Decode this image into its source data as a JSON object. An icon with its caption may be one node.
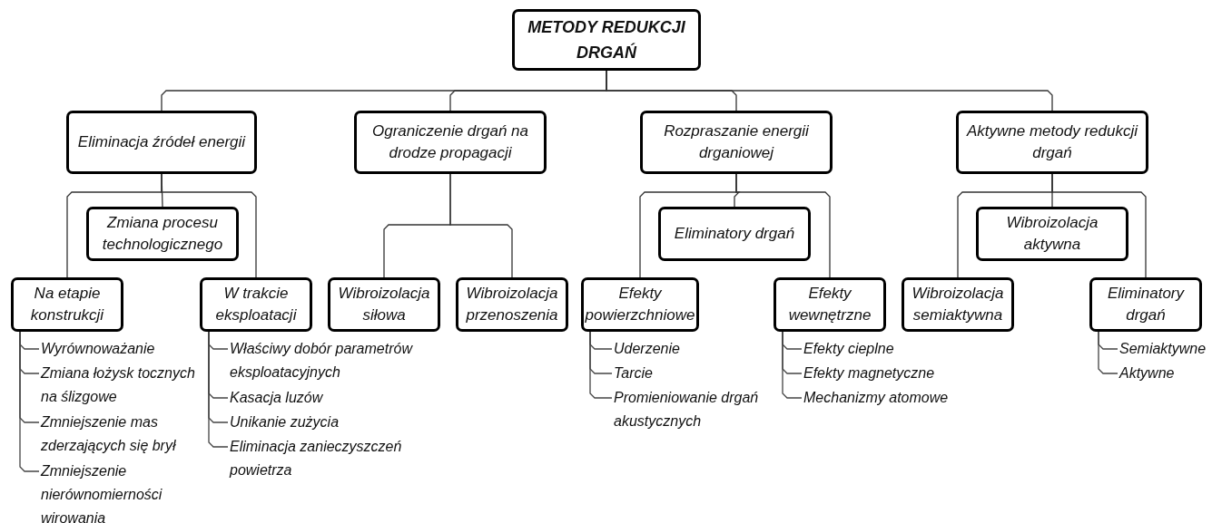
{
  "diagram": {
    "nodes": [
      {
        "text": [
          "METODY REDUKCJI DRGAŃ"
        ]
      },
      {
        "text": [
          "Eliminacja źródeł energii"
        ]
      },
      {
        "text": [
          "Ograniczenie drgań na drodze propagacji"
        ]
      },
      {
        "text": [
          "Rozpraszanie energii drganiowej"
        ]
      },
      {
        "text": [
          "Aktywne metody redukcji drgań"
        ]
      },
      {
        "text": [
          "Zmiana procesu technologicznego"
        ]
      },
      {
        "text": [
          "Eliminatory drgań"
        ]
      },
      {
        "text": [
          "Wibroizolacja aktywna"
        ]
      },
      {
        "text": [
          "Na etapie konstrukcji"
        ]
      },
      {
        "text": [
          "W trakcie eksploatacji"
        ]
      },
      {
        "text": [
          "Wibroizolacja siłowa"
        ]
      },
      {
        "text": [
          "Wibroizolacja przenoszenia"
        ]
      },
      {
        "text": [
          "Efekty powierzchniowe"
        ]
      },
      {
        "text": [
          "Efekty wewnętrzne"
        ]
      },
      {
        "text": [
          "Wibroizolacja semiaktywna"
        ]
      },
      {
        "text": [
          "Eliminatory drgań"
        ]
      },
      {
        "text": [
          "Wyrównoważanie"
        ]
      },
      {
        "text": [
          "Zmiana łożysk tocznych na ślizgowe"
        ]
      },
      {
        "text": [
          "Zmniejszenie mas zderzających się brył"
        ]
      },
      {
        "text": [
          "Zmniejszenie nierównomierności wirowania"
        ]
      },
      {
        "text": [
          "Właściwy dobór parametrów eksploatacyjnych"
        ]
      },
      {
        "text": [
          "Kasacja luzów"
        ]
      },
      {
        "text": [
          "Unikanie zużycia"
        ]
      },
      {
        "text": [
          "Eliminacja zanieczyszczeń powietrza"
        ]
      },
      {
        "text": [
          "Uderzenie"
        ]
      },
      {
        "text": [
          "Tarcie"
        ]
      },
      {
        "text": [
          "Promieniowanie drgań akustycznych"
        ]
      },
      {
        "text": [
          "Efekty cieplne"
        ]
      },
      {
        "text": [
          "Efekty magnetyczne"
        ]
      },
      {
        "text": [
          "Mechanizmy atomowe"
        ]
      },
      {
        "text": [
          "Semiaktywne"
        ]
      },
      {
        "text": [
          "Aktywne"
        ]
      }
    ],
    "edges": [
      {
        "from": 0,
        "to": 1,
        "arrow": "none"
      },
      {
        "from": 0,
        "to": 2,
        "arrow": "none"
      },
      {
        "from": 0,
        "to": 3,
        "arrow": "none"
      },
      {
        "from": 0,
        "to": 4,
        "arrow": "none"
      },
      {
        "from": 1,
        "to": 5,
        "arrow": "none"
      },
      {
        "from": 1,
        "to": 8,
        "arrow": "none"
      },
      {
        "from": 1,
        "to": 9,
        "arrow": "none"
      },
      {
        "from": 2,
        "to": 10,
        "arrow": "none"
      },
      {
        "from": 2,
        "to": 11,
        "arrow": "none"
      },
      {
        "from": 3,
        "to": 6,
        "arrow": "none"
      },
      {
        "from": 3,
        "to": 12,
        "arrow": "none"
      },
      {
        "from": 3,
        "to": 13,
        "arrow": "none"
      },
      {
        "from": 4,
        "to": 7,
        "arrow": "none"
      },
      {
        "from": 4,
        "to": 14,
        "arrow": "none"
      },
      {
        "from": 4,
        "to": 15,
        "arrow": "none"
      },
      {
        "from": 8,
        "to": 16,
        "arrow": "none"
      },
      {
        "from": 8,
        "to": 17,
        "arrow": "none"
      },
      {
        "from": 8,
        "to": 18,
        "arrow": "none"
      },
      {
        "from": 8,
        "to": 19,
        "arrow": "none"
      },
      {
        "from": 9,
        "to": 20,
        "arrow": "none"
      },
      {
        "from": 9,
        "to": 21,
        "arrow": "none"
      },
      {
        "from": 9,
        "to": 22,
        "arrow": "none"
      },
      {
        "from": 9,
        "to": 23,
        "arrow": "none"
      },
      {
        "from": 12,
        "to": 24,
        "arrow": "none"
      },
      {
        "from": 12,
        "to": 25,
        "arrow": "none"
      },
      {
        "from": 12,
        "to": 26,
        "arrow": "none"
      },
      {
        "from": 13,
        "to": 27,
        "arrow": "none"
      },
      {
        "from": 13,
        "to": 28,
        "arrow": "none"
      },
      {
        "from": 13,
        "to": 29,
        "arrow": "none"
      },
      {
        "from": 15,
        "to": 30,
        "arrow": "none"
      },
      {
        "from": 15,
        "to": 31,
        "arrow": "none"
      }
    ]
  }
}
